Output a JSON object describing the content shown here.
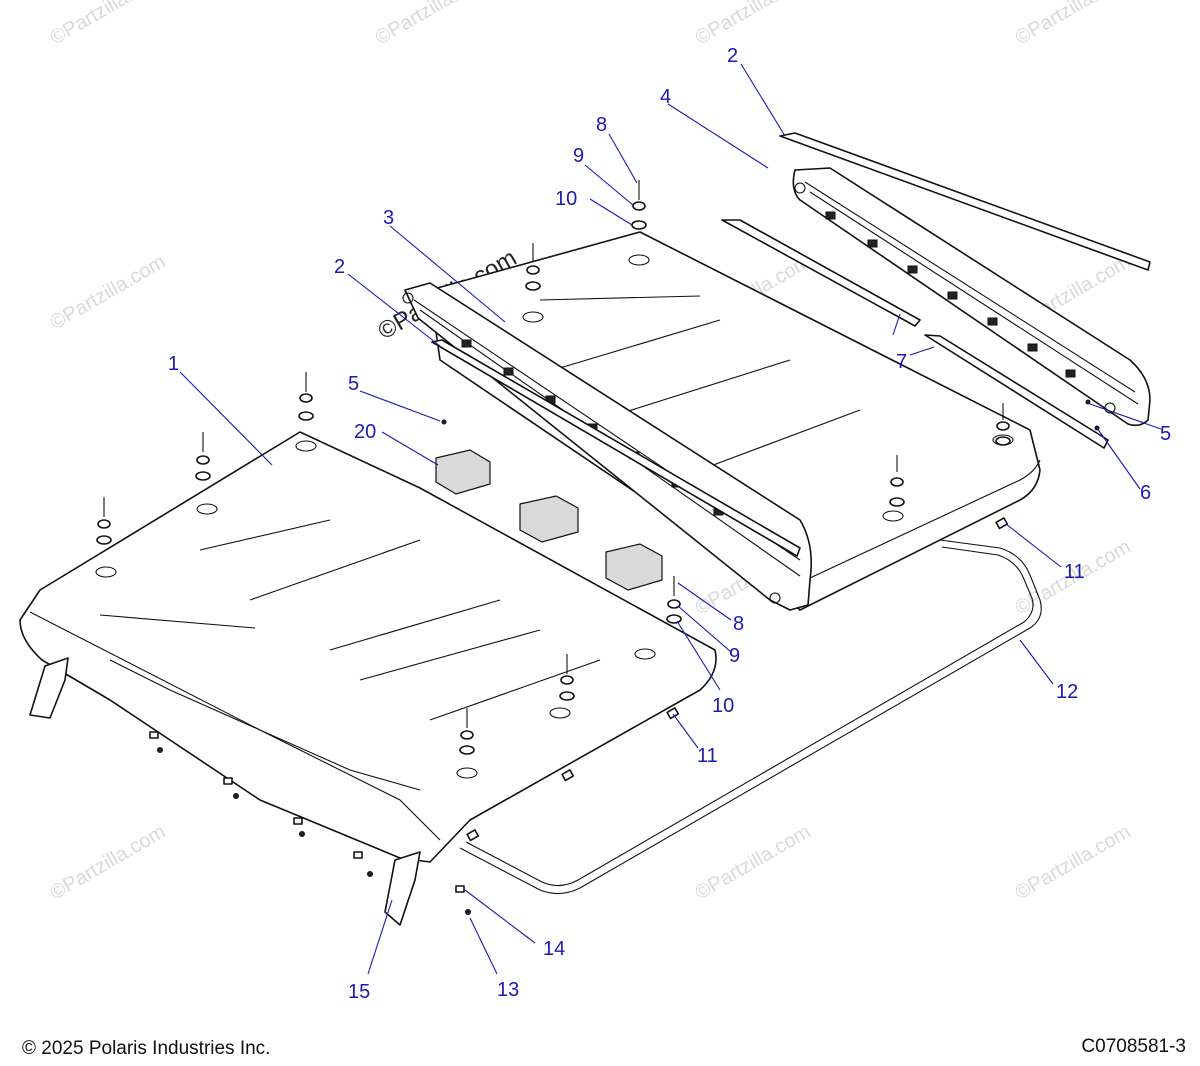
{
  "footer": {
    "copyright": "© 2025 Polaris Industries Inc.",
    "figure_id": "C0708581-3"
  },
  "watermark": {
    "main": "©Partzilla.com",
    "repeat": "©Partzilla.com"
  },
  "callouts": {
    "c1": "1",
    "c2a": "2",
    "c2b": "2",
    "c3": "3",
    "c4": "4",
    "c5a": "5",
    "c5b": "5",
    "c6": "6",
    "c7": "7",
    "c8a": "8",
    "c8b": "8",
    "c9a": "9",
    "c9b": "9",
    "c10a": "10",
    "c10b": "10",
    "c11a": "11",
    "c11b": "11",
    "c12": "12",
    "c13": "13",
    "c14": "14",
    "c15": "15",
    "c20": "20"
  },
  "colors": {
    "callout": "#1a1ab4",
    "watermark": "#d9d9d9",
    "line": "#111111"
  }
}
